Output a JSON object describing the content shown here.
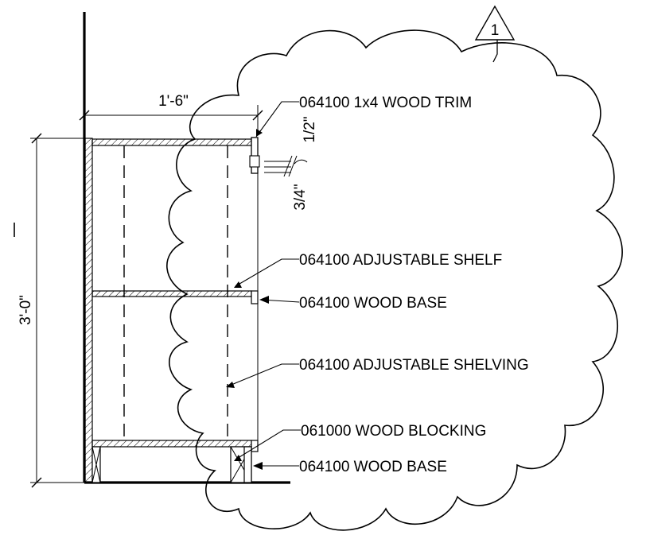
{
  "revision_tag": "1",
  "dimensions": {
    "width": "1'-6\"",
    "height": "3'-0\"",
    "trim_height": "1/2\"",
    "trim_depth": "3/4\""
  },
  "callouts": [
    {
      "id": "trim",
      "text": "064100 1x4 WOOD TRIM"
    },
    {
      "id": "adj-shelf",
      "text": "064100 ADJUSTABLE SHELF"
    },
    {
      "id": "base-upper",
      "text": "064100 WOOD BASE"
    },
    {
      "id": "adj-shelving",
      "text": "064100 ADJUSTABLE SHELVING"
    },
    {
      "id": "blocking",
      "text": "061000 WOOD BLOCKING"
    },
    {
      "id": "base-lower",
      "text": "064100 WOOD BASE"
    }
  ],
  "colors": {
    "ink": "#000000",
    "paper": "#ffffff"
  }
}
